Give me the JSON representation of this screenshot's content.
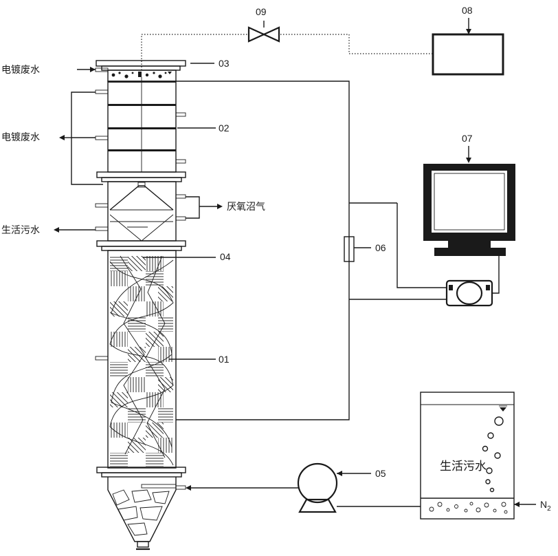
{
  "labels": {
    "electroplating_wastewater_inlet": "电镀废水",
    "electroplating_wastewater_outlet": "电镀废水",
    "anaerobic_biogas": "厌氧沼气",
    "domestic_sewage_outlet": "生活污水",
    "domestic_sewage_tank": "生活污水",
    "nitrogen": "N",
    "nitrogen_subscript": "2"
  },
  "components": {
    "c01": "01",
    "c02": "02",
    "c03": "03",
    "c04": "04",
    "c05": "05",
    "c06": "06",
    "c07": "07",
    "c08": "08",
    "c09": "09"
  }
}
